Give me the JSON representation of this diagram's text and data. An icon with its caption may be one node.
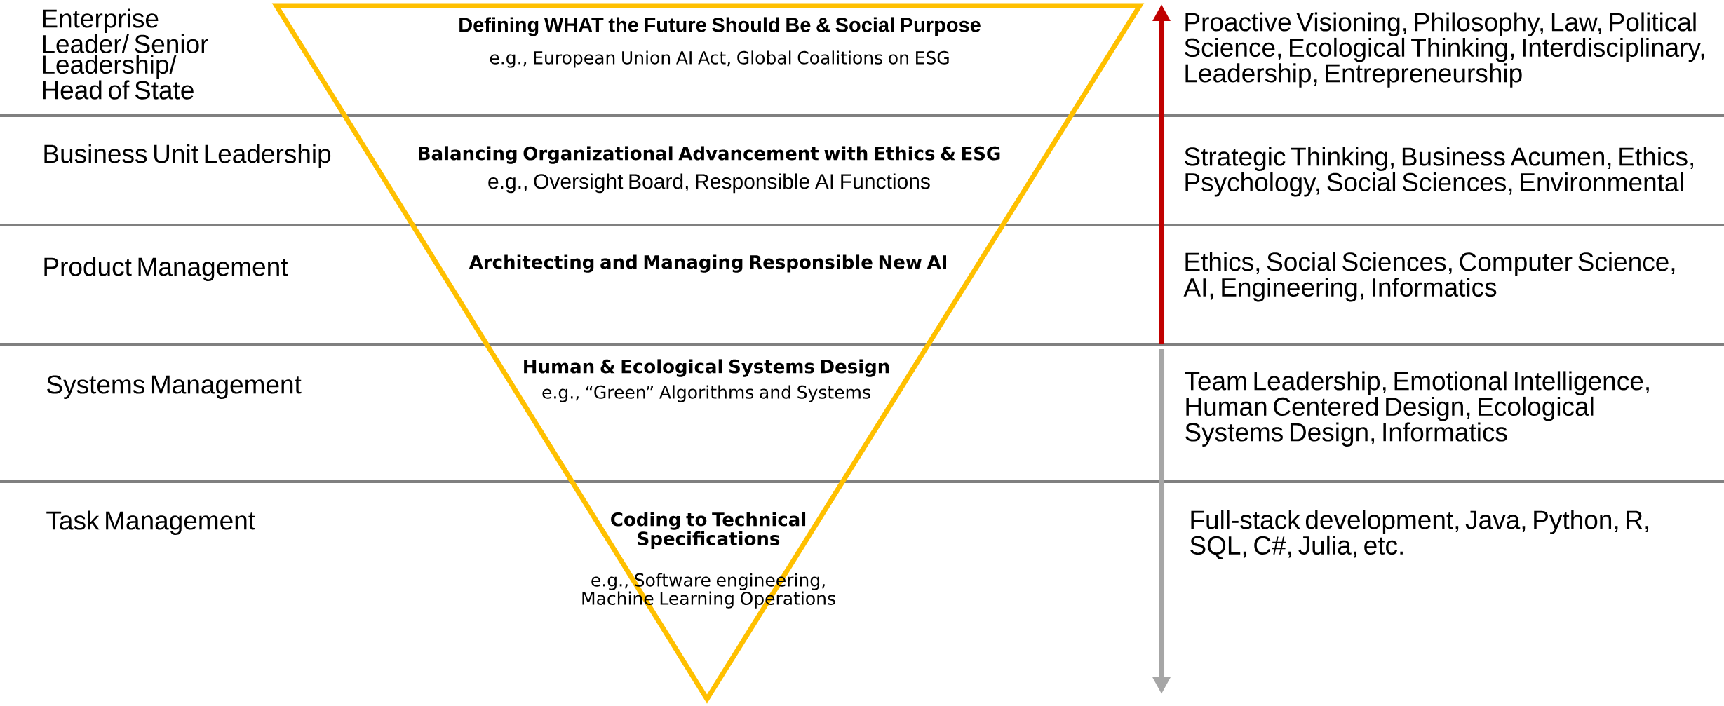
{
  "diagram": {
    "labels": [
      "Enterprise Leader/ Senior Leadership/ Head of State",
      "Defining WHAT the Future Should Be & Social Purpose",
      "e.g., European Union AI Act, Global Coalitions on ESG",
      "Proactive Visioning, Philosophy, Law, Political Science, Ecological Thinking, Interdisciplinary, Leadership, Entrepreneurship",
      "Business Unit Leadership",
      "Balancing Organizational Advancement with Ethics & ESG",
      "e.g., Oversight Board, Responsible AI Functions",
      "Strategic Thinking, Business Acumen, Ethics, Psychology, Social Sciences, Environmental",
      "Product Management",
      "Architecting and Managing Responsible New AI",
      "Ethics, Social Sciences, Computer Science, AI, Engineering, Informatics",
      "Systems Management",
      "Human & Ecological Systems Design",
      "e.g., “Green” Algorithms and Systems",
      "Team Leadership, Emotional Intelligence, Human Centered Design, Ecological Systems Design, Informatics",
      "Task Management",
      "Coding to Technical Specifications",
      "e.g., Software engineering, Machine Learning Operations",
      "Full-stack development, Java, Python, R, SQL, C#, Julia, etc."
    ]
  }
}
